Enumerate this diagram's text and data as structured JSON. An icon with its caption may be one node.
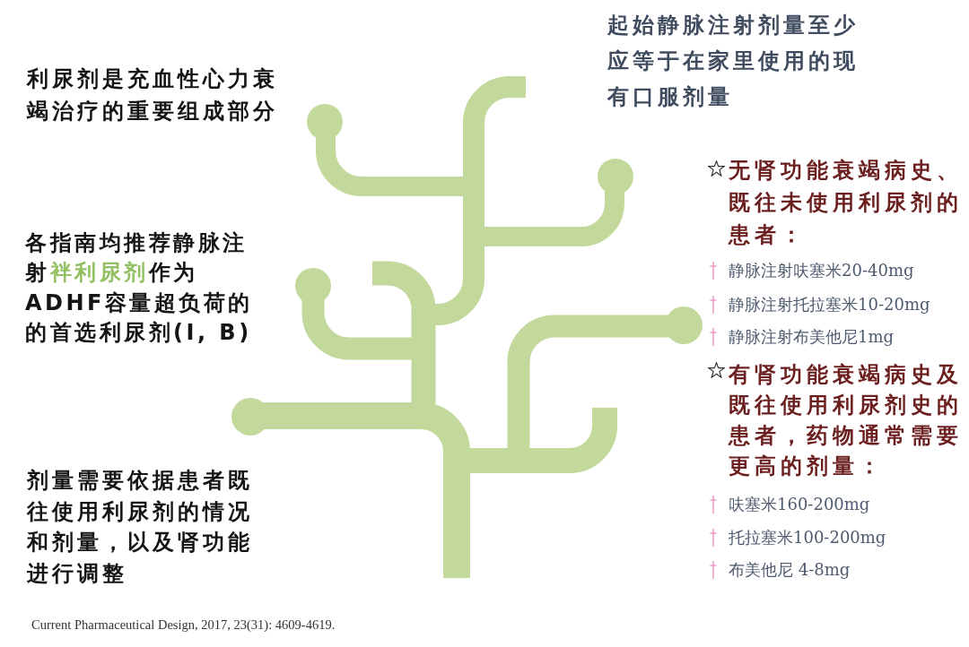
{
  "diagram": {
    "labels": [
      "利尿剂是充血性心力衰竭治疗的重要组成部分",
      "各指南均推荐静脉注射**袢利尿剂**作为ADHF容量超负荷的的首选利尿剂(I, B)",
      "剂量需要依据患者既往使用利尿剂的情况和剂量，以及肾功能进行调整",
      "起始静脉注射剂量至少应等于在家里使用的现有口服剂量",
      "无肾功能衰竭病史、既往未使用利尿剂的患者：",
      "静脉注射呋塞米20-40mg",
      "静脉注射托拉塞米10-20mg",
      "静脉注射布美他尼1mg",
      "有肾功能衰竭病史及既往使用利尿剂史的患者，药物通常需要更高的剂量：",
      "呋塞米160-200mg",
      "托拉塞米100-200mg",
      "布美他尼 4-8mg",
      "Current Pharmaceutical Design, 2017, 23(31): 4609-4619."
    ]
  }
}
